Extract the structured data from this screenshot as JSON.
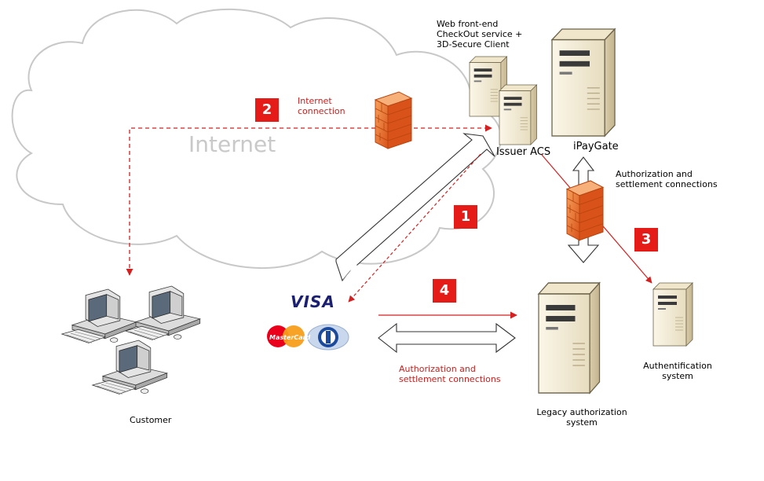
{
  "cloud_label": "Internet",
  "badges": {
    "b1": "1",
    "b2": "2",
    "b3": "3",
    "b4": "4"
  },
  "labels": {
    "internet_connection": [
      "Internet",
      "connection"
    ],
    "web_frontend": [
      "Web front-end",
      "CheckOut service +",
      "3D-Secure Client"
    ],
    "issuer_acs": "Issuer ACS",
    "ipaygate": "iPayGate",
    "auth_settle_top": [
      "Authorization and",
      "settlement connections"
    ],
    "auth_settle_bottom": [
      "Authorization and",
      "settlement connections"
    ],
    "authentification": [
      "Authentification",
      "system"
    ],
    "legacy": [
      "Legacy authorization",
      "system"
    ],
    "customer": "Customer"
  },
  "card_brands": {
    "visa": "VISA",
    "mastercard": "MasterCard"
  },
  "colors": {
    "red_line": "#d42020",
    "badge": "#e41b17",
    "firewall": "#e8661c",
    "server": "#f3ecd6",
    "cloud_stroke": "#c8c8c8",
    "visa_blue": "#1a1f71"
  },
  "icons": [
    "cloud-icon",
    "firewall-icon",
    "server-icon",
    "computer-icon",
    "visa-logo",
    "mastercard-logo",
    "diners-logo"
  ]
}
